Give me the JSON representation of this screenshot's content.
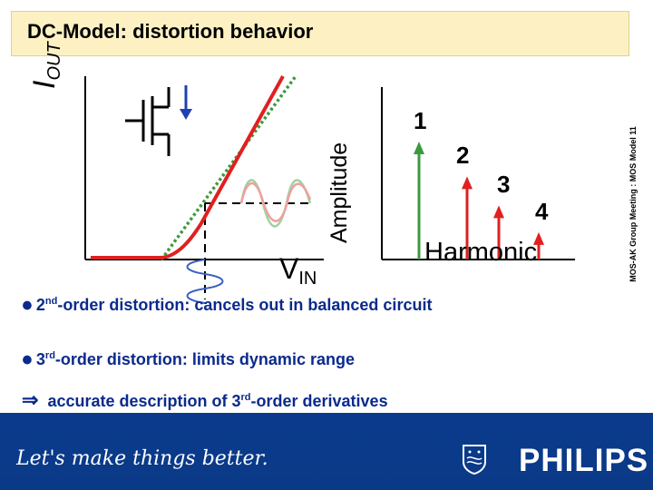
{
  "header": {
    "title": "DC-Model: distortion behavior"
  },
  "side_caption": "MOS-AK Group Meeting : MOS Model 11",
  "figure_left": {
    "y_label_main": "I",
    "y_label_sub": "OUT",
    "x_label_main": "V",
    "x_label_sub": "IN"
  },
  "figure_right": {
    "y_label": "Amplitude",
    "x_label": "Harmonic",
    "harmonics": [
      {
        "label": "1",
        "amplitude": 1.0,
        "color": "#3c9a3c"
      },
      {
        "label": "2",
        "amplitude": 0.7,
        "color": "#e02020"
      },
      {
        "label": "3",
        "amplitude": 0.45,
        "color": "#e02020"
      },
      {
        "label": "4",
        "amplitude": 0.22,
        "color": "#e02020"
      }
    ]
  },
  "bullets": [
    {
      "ord": "2",
      "sup": "nd",
      "rest": "-order distortion: cancels out in balanced circuit"
    },
    {
      "ord": "3",
      "sup": "rd",
      "rest": "-order distortion:  limits dynamic range"
    }
  ],
  "conclusion": {
    "symbol": "⇒",
    "pre": "accurate description of 3",
    "sup": "rd",
    "post": "-order derivatives"
  },
  "footer": {
    "slogan": "Let's make things better.",
    "brand": "PHILIPS"
  },
  "colors": {
    "accent_blue": "#0a3a86",
    "title_bg": "#fdf1c3",
    "red": "#e02020",
    "green": "#3c9a3c"
  }
}
